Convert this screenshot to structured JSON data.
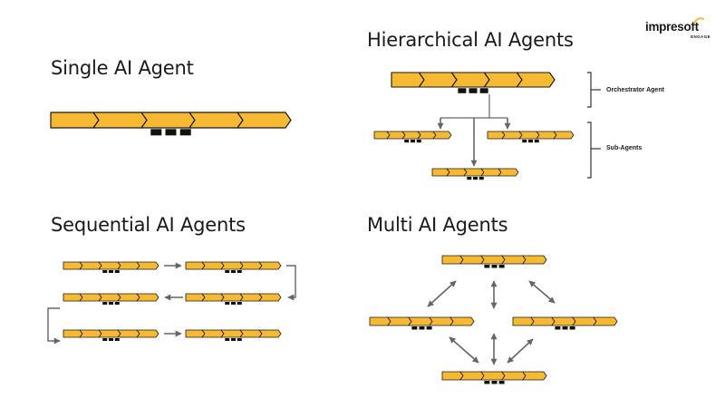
{
  "titles": {
    "single": "Single AI Agent",
    "hierarchical": "Hierarchical AI Agents",
    "sequential": "Sequential AI Agents",
    "multi": "Multi AI Agents"
  },
  "labels": {
    "orchestrator": "Orchestrator Agent",
    "sub_agents": "Sub-Agents"
  },
  "logo": {
    "name": "impresoft",
    "tagline": "ENGAGE"
  },
  "colors": {
    "segment_fill": "#f6b932",
    "stroke": "#1a1a1a",
    "block": "#111111",
    "arrow": "#666666",
    "logo_accent": "#f6b932"
  }
}
